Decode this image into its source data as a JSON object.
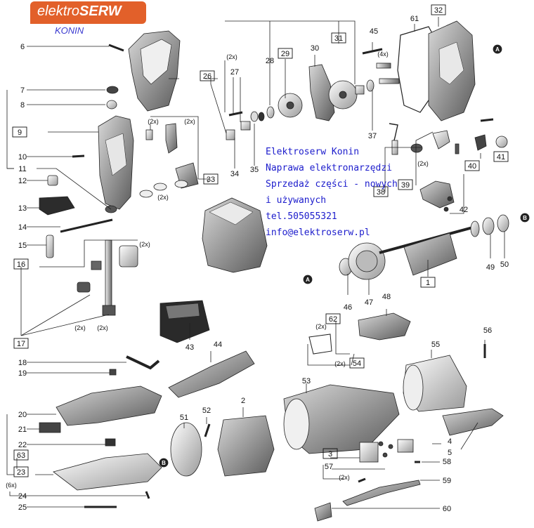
{
  "brand": {
    "name_light": "elektro",
    "name_bold": "SERW",
    "city": "KONIN"
  },
  "info_lines": [
    "Elektroserw Konin",
    "Naprawa elektronarzędzi",
    "Sprzedaż części - nowych",
    "i używanych",
    "tel.505055321",
    "info@elektroserw.pl"
  ],
  "ref_markers": [
    "A",
    "B"
  ],
  "colors": {
    "brand_orange": "#e2602a",
    "info_blue": "#1c1ccc",
    "line": "#222222"
  },
  "parts": [
    {
      "n": "1",
      "boxed": true
    },
    {
      "n": "2"
    },
    {
      "n": "3",
      "boxed": true
    },
    {
      "n": "4"
    },
    {
      "n": "5"
    },
    {
      "n": "6"
    },
    {
      "n": "7"
    },
    {
      "n": "8"
    },
    {
      "n": "9",
      "boxed": true
    },
    {
      "n": "10"
    },
    {
      "n": "11"
    },
    {
      "n": "12"
    },
    {
      "n": "13"
    },
    {
      "n": "14"
    },
    {
      "n": "15"
    },
    {
      "n": "16",
      "boxed": true
    },
    {
      "n": "17",
      "boxed": true
    },
    {
      "n": "18"
    },
    {
      "n": "19"
    },
    {
      "n": "20"
    },
    {
      "n": "21"
    },
    {
      "n": "22"
    },
    {
      "n": "23",
      "boxed": true
    },
    {
      "n": "24"
    },
    {
      "n": "25"
    },
    {
      "n": "26",
      "boxed": true
    },
    {
      "n": "27"
    },
    {
      "n": "28"
    },
    {
      "n": "29",
      "boxed": true
    },
    {
      "n": "30"
    },
    {
      "n": "31",
      "boxed": true
    },
    {
      "n": "32",
      "boxed": true
    },
    {
      "n": "33",
      "boxed": true
    },
    {
      "n": "34"
    },
    {
      "n": "35"
    },
    {
      "n": "37"
    },
    {
      "n": "38",
      "boxed": true
    },
    {
      "n": "39",
      "boxed": true
    },
    {
      "n": "40",
      "boxed": true
    },
    {
      "n": "41",
      "boxed": true
    },
    {
      "n": "42"
    },
    {
      "n": "43"
    },
    {
      "n": "44"
    },
    {
      "n": "45"
    },
    {
      "n": "46"
    },
    {
      "n": "47"
    },
    {
      "n": "48"
    },
    {
      "n": "49"
    },
    {
      "n": "50"
    },
    {
      "n": "51"
    },
    {
      "n": "52"
    },
    {
      "n": "53"
    },
    {
      "n": "54",
      "boxed": true
    },
    {
      "n": "55"
    },
    {
      "n": "56"
    },
    {
      "n": "57"
    },
    {
      "n": "58"
    },
    {
      "n": "59"
    },
    {
      "n": "60"
    },
    {
      "n": "61"
    },
    {
      "n": "62",
      "boxed": true
    },
    {
      "n": "63",
      "boxed": true
    }
  ],
  "qty_notes": [
    "(2x)",
    "(4x)",
    "(6x)"
  ]
}
